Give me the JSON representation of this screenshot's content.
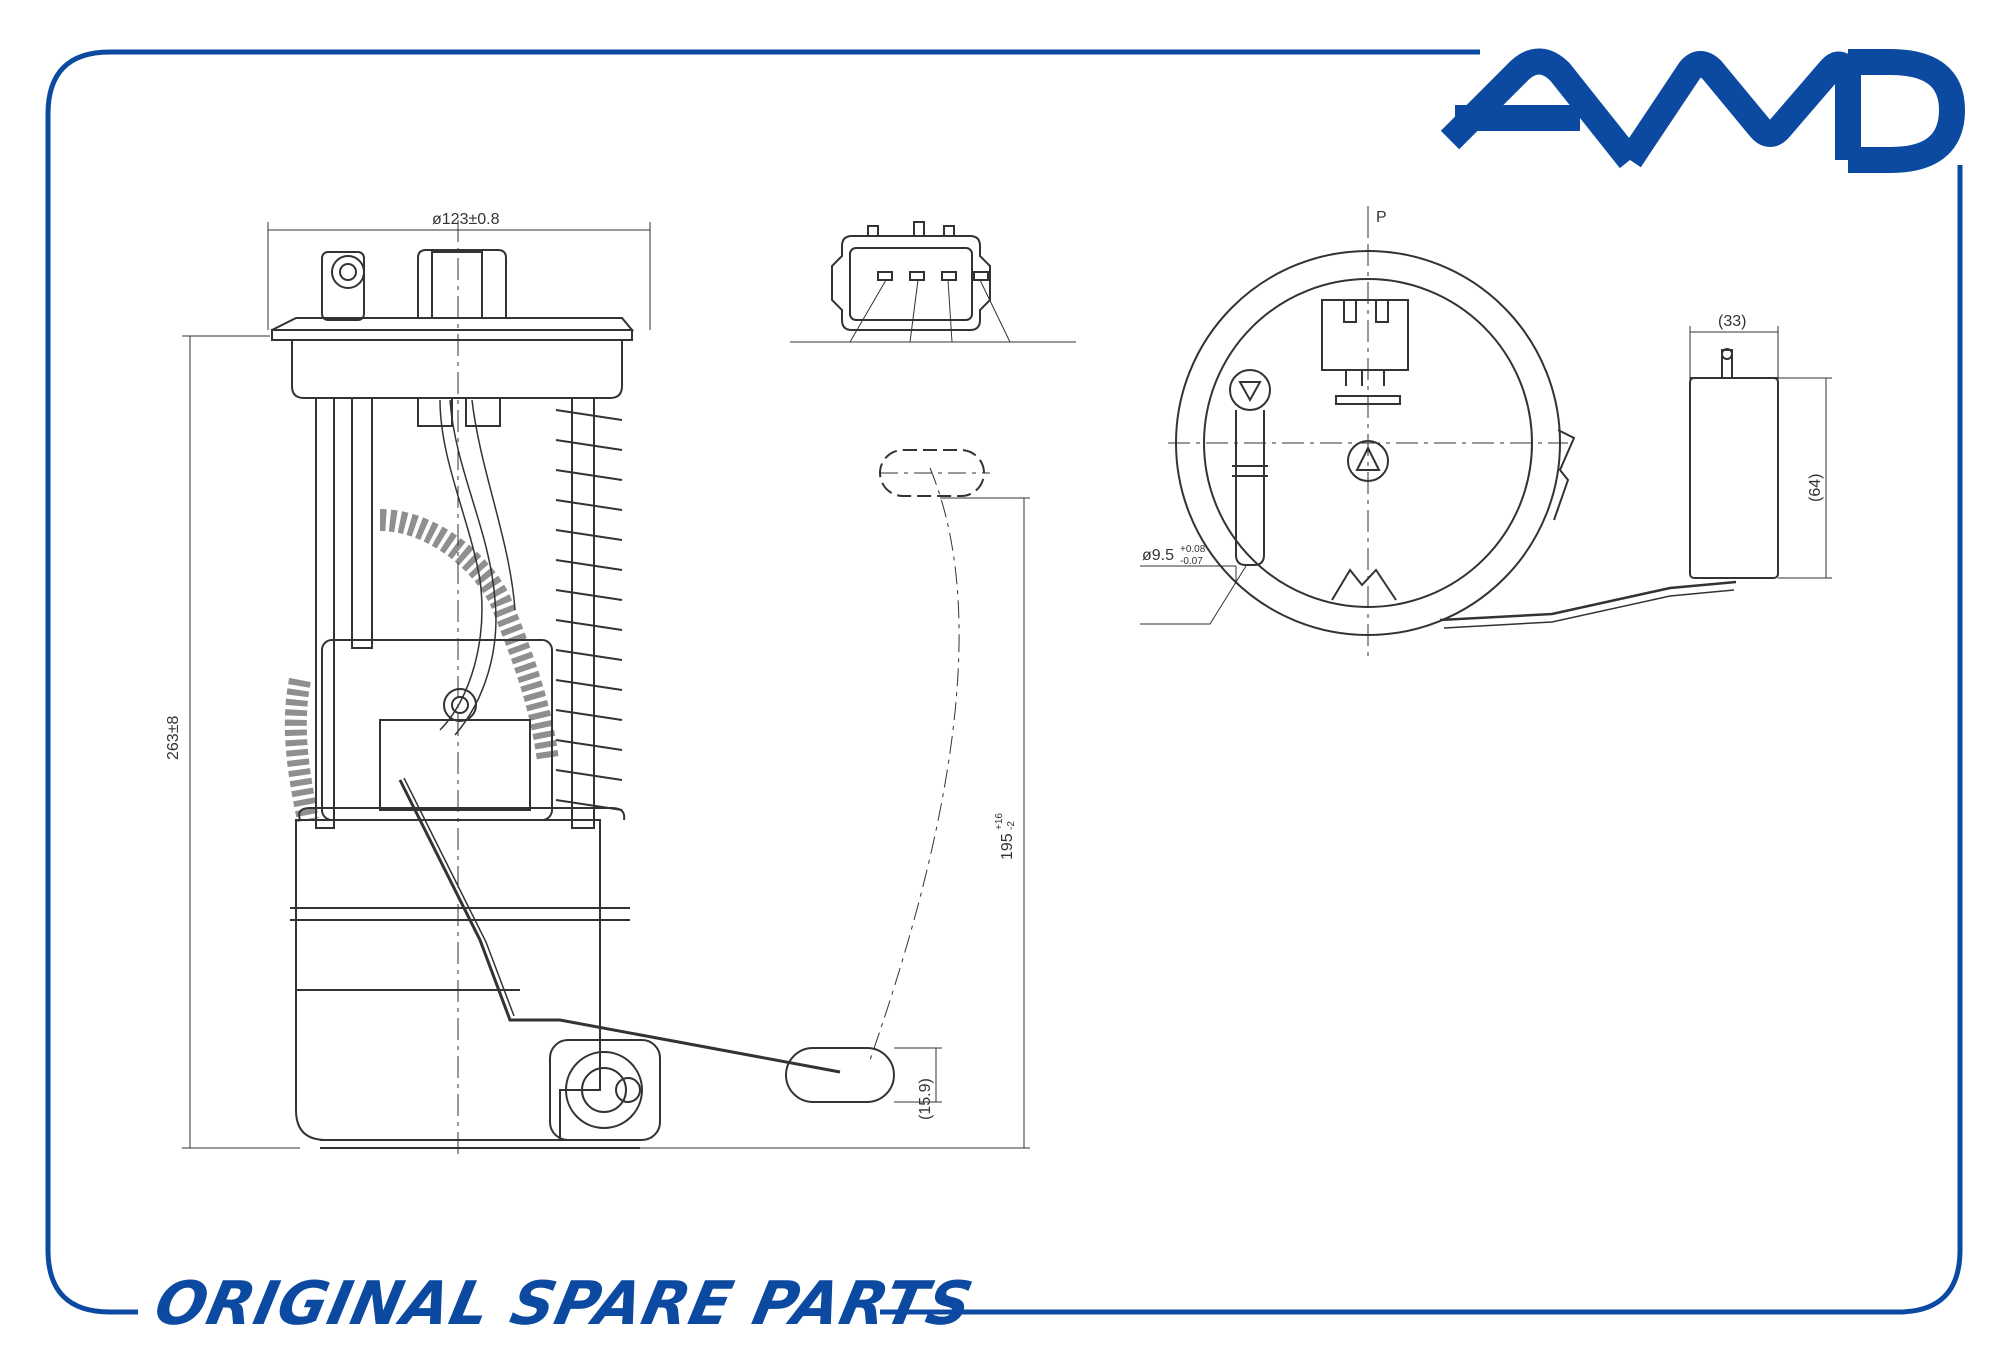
{
  "brand": {
    "logo_text": "AMD",
    "color": "#0b4aa0"
  },
  "footer": {
    "tagline": "ORIGINAL SPARE PARTS"
  },
  "dimensions": {
    "flange_diameter": "ø123±0.8",
    "overall_height": "263±8",
    "float_travel_base": "195",
    "float_travel_tol_upper": "+16",
    "float_travel_tol_lower": "-2",
    "float_height": "(15.9)",
    "float_width": "(33)",
    "float_length": "(64)",
    "outlet_diameter_base": "ø9.5",
    "outlet_diameter_tol_upper": "+0.08",
    "outlet_diameter_tol_lower": "-0.07",
    "pressure_label": "P"
  },
  "colors": {
    "line": "#333333",
    "frame": "#0b4aa0"
  }
}
